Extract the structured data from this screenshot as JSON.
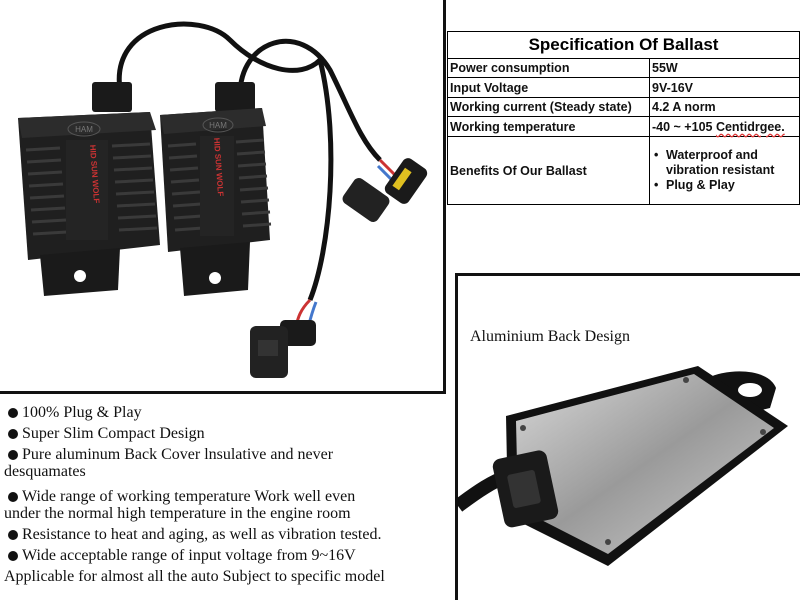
{
  "spec": {
    "title": "Specification Of Ballast",
    "rows": [
      {
        "label": "Power consumption",
        "value": "55W"
      },
      {
        "label": "Input Voltage",
        "value": "9V-16V"
      },
      {
        "label": "Working current (Steady state)",
        "value": "4.2 A norm"
      },
      {
        "label": "Working temperature",
        "value_prefix": "-40 ~ +105 ",
        "value_underlined": "Centidrgee."
      }
    ],
    "benefits": {
      "label": "Benefits Of Our Ballast",
      "items": [
        "Waterproof and vibration resistant",
        "Plug & Play"
      ]
    }
  },
  "product": {
    "brand_logo": "HAM",
    "side_text": "HID SUN WOLF"
  },
  "aluminium": {
    "title": "Aluminium Back Design"
  },
  "features": [
    {
      "text": "100% Plug & Play",
      "bullet": true
    },
    {
      "text": "Super Slim Compact Design",
      "bullet": true
    },
    {
      "text": "Pure aluminum Back Cover lnsulative and never",
      "text2": "desquamates",
      "bullet": true
    },
    {
      "text": "Wide range of working temperature Work well even",
      "text2": "under the normal high temperature in the engine room",
      "bullet": true
    },
    {
      "text": "Resistance to heat and aging, as well as vibration tested.",
      "bullet": true
    },
    {
      "text": "Wide acceptable range of input voltage from 9~16V",
      "bullet": true
    },
    {
      "text": "Applicable for almost all the auto Subject to specific model",
      "bullet": false
    }
  ]
}
